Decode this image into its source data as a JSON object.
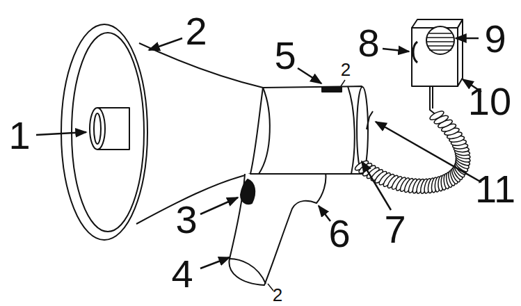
{
  "diagram": {
    "labels": [
      "1",
      "2",
      "3",
      "4",
      "5",
      "2",
      "6",
      "7",
      "8",
      "9",
      "10",
      "11",
      "2"
    ]
  }
}
